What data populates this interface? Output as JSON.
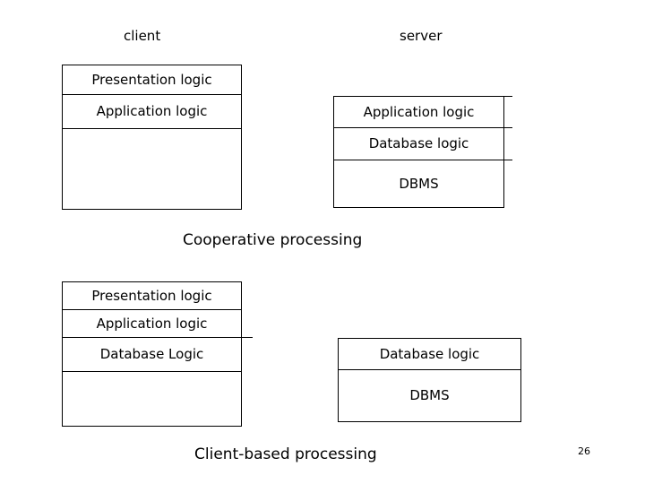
{
  "slide": {
    "page_number": "26"
  },
  "diagram_top": {
    "client_label": "client",
    "server_label": "server",
    "caption": "Cooperative processing",
    "client_rows": [
      {
        "text": "Presentation logic"
      },
      {
        "text": "Application logic"
      },
      {
        "text": ""
      }
    ],
    "server_rows": [
      {
        "text": "Application logic"
      },
      {
        "text": "Database logic"
      },
      {
        "text": "DBMS"
      }
    ]
  },
  "diagram_bottom": {
    "caption": "Client-based processing",
    "client_rows": [
      {
        "text": "Presentation logic"
      },
      {
        "text": "Application logic"
      },
      {
        "text": "Database Logic"
      },
      {
        "text": ""
      }
    ],
    "server_rows": [
      {
        "text": "Database logic"
      },
      {
        "text": "DBMS"
      }
    ]
  }
}
